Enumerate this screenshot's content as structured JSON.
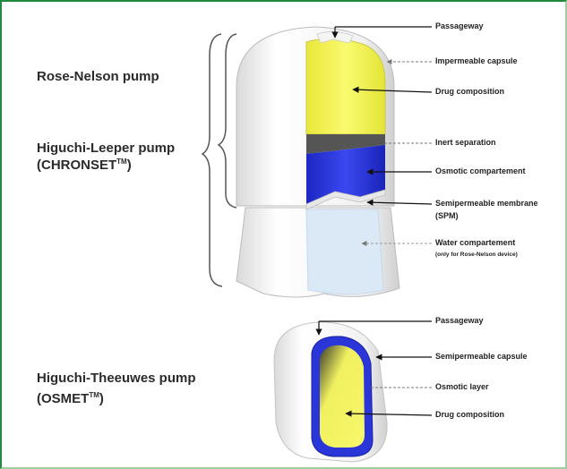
{
  "pumps": {
    "rose_nelson": "Rose-Nelson pump",
    "higuchi_leeper_line1": "Higuchi-Leeper pump",
    "higuchi_leeper_line2_base": "(CHRONSET",
    "higuchi_leeper_line2_sup": "TM",
    "higuchi_leeper_line2_end": ")",
    "higuchi_theeuwes_line1": "Higuchi-Theeuwes pump",
    "higuchi_theeuwes_line2_base": "(OSMET",
    "higuchi_theeuwes_line2_sup": "TM",
    "higuchi_theeuwes_line2_end": ")"
  },
  "top_labels": {
    "passageway": "Passageway",
    "impermeable_capsule": "Impermeable capsule",
    "drug_composition": "Drug composition",
    "inert_separation": "Inert separation",
    "osmotic_compartment": "Osmotic compartement",
    "spm_line1": "Semipermeable membrane",
    "spm_line2": "(SPM)",
    "water_compartment": "Water compartement",
    "water_note": "(only for Rose-Nelson device)"
  },
  "bottom_labels": {
    "passageway": "Passageway",
    "semipermeable_capsule": "Semipermeable capsule",
    "osmotic_layer": "Osmotic layer",
    "drug_composition": "Drug composition"
  },
  "colors": {
    "frame": "#1f8a3b",
    "drug": "#f5f55a",
    "osmotic": "#2a36d8",
    "inert": "#555555",
    "water": "#dbe9f6"
  }
}
